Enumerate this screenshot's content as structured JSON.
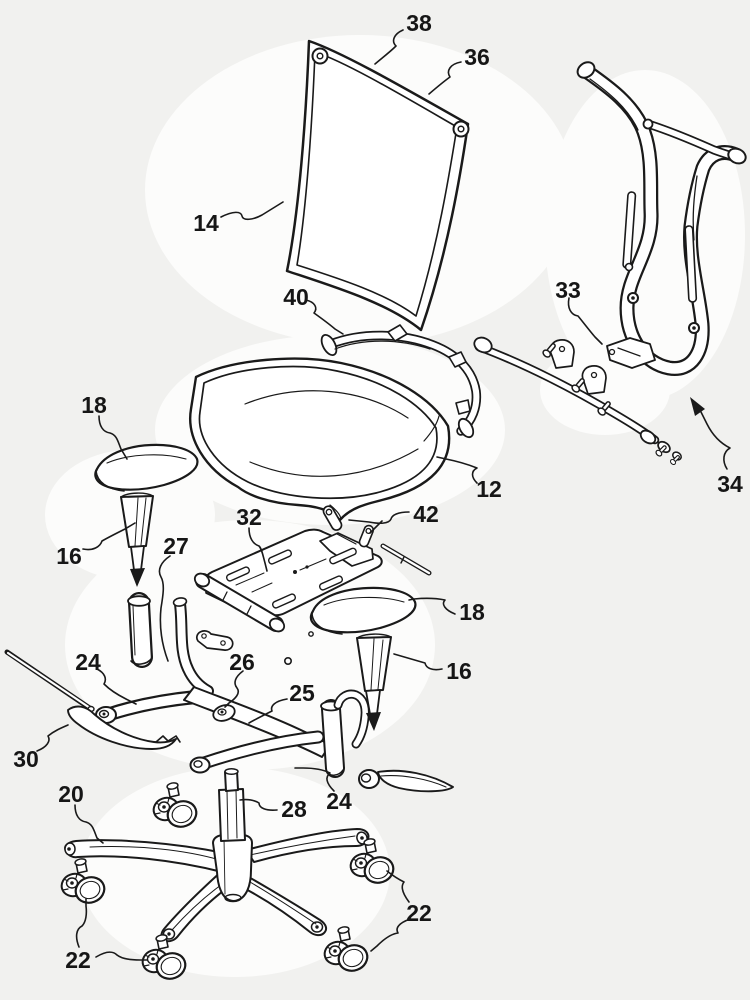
{
  "figure": {
    "kind": "patent_exploded_view_diagram",
    "subject": "Office chair exploded parts drawing",
    "background_color": "#f1f1ef",
    "line_color": "#1a1a1a",
    "paper_highlight_color": "#fcfcfb"
  },
  "reference_labels": {
    "ref_38": "38",
    "ref_36": "36",
    "ref_14": "14",
    "ref_40": "40",
    "ref_33": "33",
    "ref_34": "34",
    "ref_12": "12",
    "ref_18_left": "18",
    "ref_16_left": "16",
    "ref_27": "27",
    "ref_32": "32",
    "ref_42": "42",
    "ref_18_right": "18",
    "ref_16_right": "16",
    "ref_24_left": "24",
    "ref_26": "26",
    "ref_25": "25",
    "ref_30": "30",
    "ref_20": "20",
    "ref_28": "28",
    "ref_24_right": "24",
    "ref_22_left": "22",
    "ref_22_right": "22"
  }
}
